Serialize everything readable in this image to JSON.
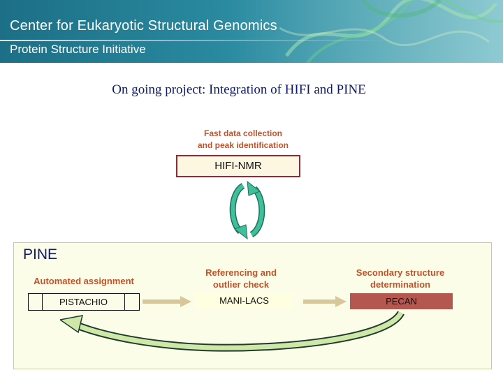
{
  "header": {
    "title": "Center for Eukaryotic Structural Genomics",
    "subtitle": "Protein Structure Initiative"
  },
  "slide": {
    "title": "On going project: Integration of HIFI and PINE"
  },
  "hifi": {
    "caption_line1": "Fast data collection",
    "caption_line2": "and peak identification",
    "box_label": "HIFI-NMR"
  },
  "pine": {
    "label": "PINE",
    "steps": [
      {
        "caption_line1": "Automated assignment",
        "caption_line2": "",
        "box_label": "PISTACHIO"
      },
      {
        "caption_line1": "Referencing and",
        "caption_line2": "outlier check",
        "box_label": "MANI-LACS"
      },
      {
        "caption_line1": "Secondary structure",
        "caption_line2": "determination",
        "box_label": "PECAN"
      }
    ]
  },
  "colors": {
    "header_bg": "#1c6f86",
    "caption": "#c0532a",
    "title": "#0d1a6e",
    "panel_bg": "#fcfde8",
    "pecan_bg": "#b4574e",
    "arrow_teal": "#3fbf9a",
    "arrow_tan": "#d8c79a"
  }
}
